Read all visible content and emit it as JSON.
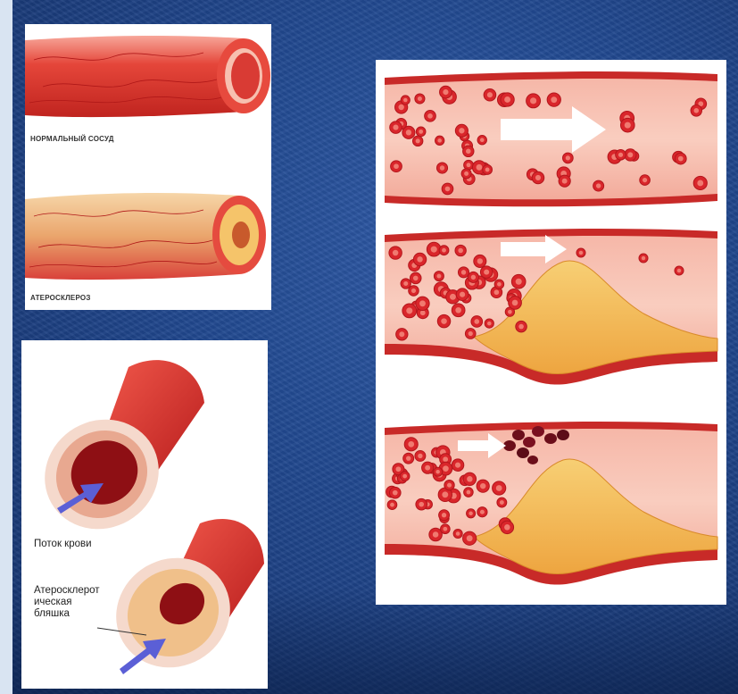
{
  "colors": {
    "background": "#224a92",
    "vessel_red": "#e23a33",
    "blood_cell": "#d9262b",
    "plaque": "#f2b84a",
    "arrow_blue": "#5b5fd6"
  },
  "panel_top_left": {
    "label_normal": "НОРМАЛЬНЫЙ СОСУД",
    "label_atherosclerosis": "АТЕРОСКЛЕРОЗ"
  },
  "panel_bottom_left": {
    "label_blood_flow": "Поток крови",
    "label_plaque_line1": "Атеросклерот",
    "label_plaque_line2": "ическая",
    "label_plaque_line3": "бляшка"
  },
  "panel_right": {
    "stages": [
      "normal-flow",
      "narrowed-by-plaque",
      "clot-at-plaque"
    ]
  }
}
